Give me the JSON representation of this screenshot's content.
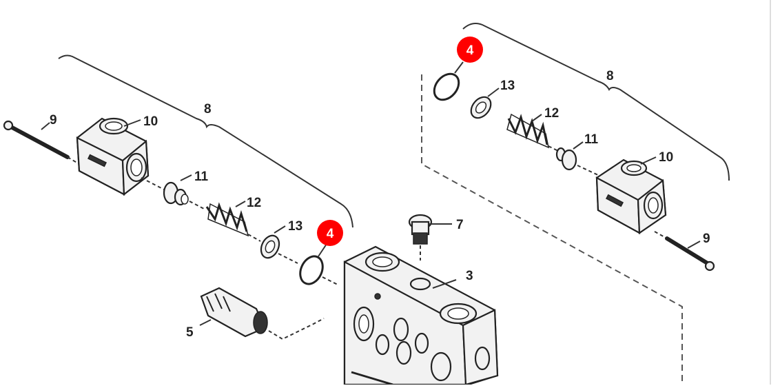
{
  "callouts": {
    "left": {
      "assembly": "8",
      "pin": "9",
      "housing": "10",
      "poppet": "11",
      "spring": "12",
      "washer": "13",
      "oring": "4"
    },
    "right": {
      "assembly": "8",
      "pin": "9",
      "housing": "10",
      "poppet": "11",
      "spring": "12",
      "washer": "13",
      "oring": "4"
    },
    "valve_body": "3",
    "relief_valve": "5",
    "plug": "7"
  },
  "colors": {
    "highlight_badge": "#ff0000",
    "line": "#333333"
  }
}
